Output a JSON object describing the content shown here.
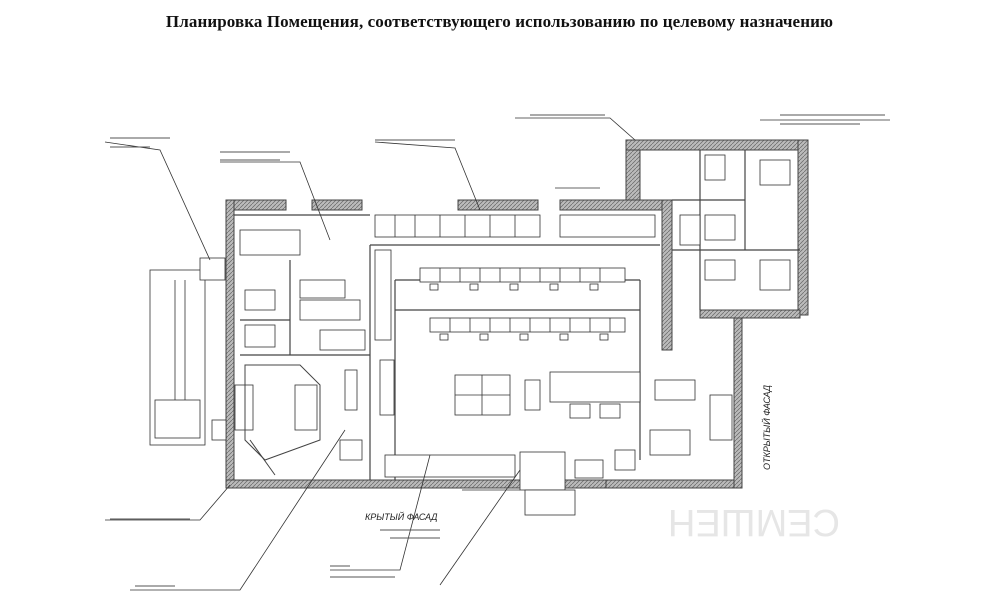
{
  "title": "Планировка Помещения, соответствующего использованию по целевому назначению",
  "labels": {
    "facade_bottom": "КРЫТЫЙ ФАСАД",
    "facade_right": "ОТКРЫТЫЙ ФАСАД",
    "watermark": "СЕМШЕН"
  },
  "colors": {
    "ink": "#222222",
    "wall": "#555555",
    "paper": "#ffffff"
  }
}
